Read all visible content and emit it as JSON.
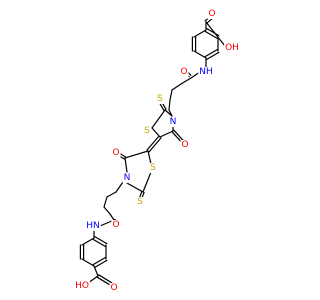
{
  "diagram": {
    "type": "chemical-structure",
    "colors": {
      "carbon_bond": "#000000",
      "oxygen": "#ff0000",
      "nitrogen": "#0000ff",
      "sulfur": "#c8a800",
      "hydrogen_on_heteroatom": "#000000",
      "background": "#ffffff"
    },
    "labels": {
      "top_acid_o_double": "O",
      "top_acid_oh": "OH",
      "top_amide_nh": "NH",
      "top_amide_o": "O",
      "upper_ring_s": "S",
      "upper_ring_n": "N",
      "upper_thione_s": "S",
      "upper_ring_o": "O",
      "lower_ring_o": "O",
      "lower_ring_s": "S",
      "lower_ring_n": "N",
      "lower_thione_s": "S",
      "bottom_amide_o": "O",
      "bottom_amide_nh": "HN",
      "bottom_acid_o_double": "O",
      "bottom_acid_oh": "HO"
    }
  }
}
